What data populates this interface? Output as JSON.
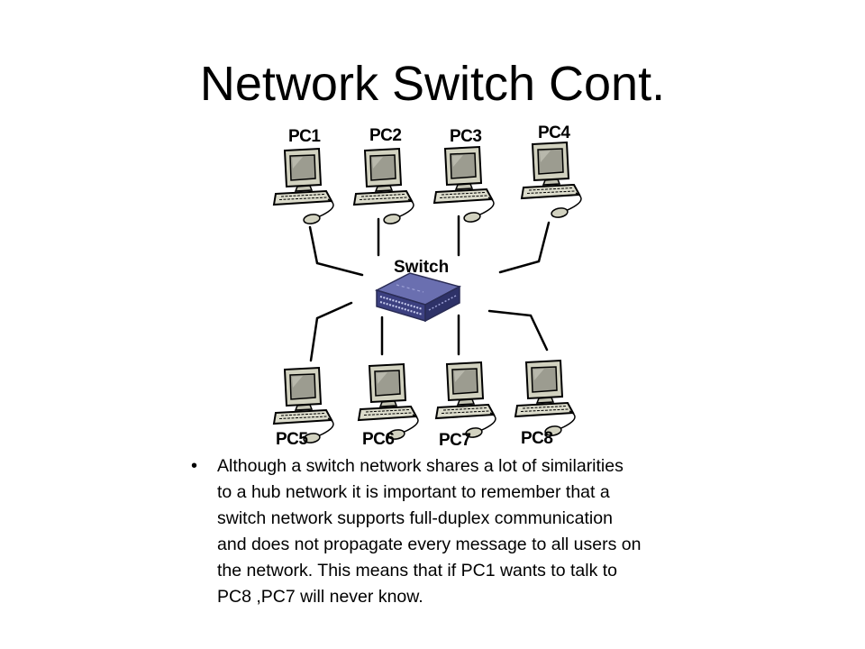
{
  "slide": {
    "title": "Network Switch Cont.",
    "bullet": "Although a switch network shares a lot of similarities to a hub network it is important to remember that a switch network supports full-duplex communication and does not propagate every message to all users on the network. This means that if PC1 wants to talk to PC8 ,PC7 will never know."
  },
  "diagram": {
    "switch_label": "Switch",
    "computers": [
      {
        "id": "pc1",
        "label": "PC1"
      },
      {
        "id": "pc2",
        "label": "PC2"
      },
      {
        "id": "pc3",
        "label": "PC3"
      },
      {
        "id": "pc4",
        "label": "PC4"
      },
      {
        "id": "pc5",
        "label": "PC5"
      },
      {
        "id": "pc6",
        "label": "PC6"
      },
      {
        "id": "pc7",
        "label": "PC7"
      },
      {
        "id": "pc8",
        "label": "PC8"
      }
    ],
    "colors": {
      "monitor_body": "#c8c8b8",
      "screen": "#9a9a8e",
      "switch_body": "#4a4e8c",
      "switch_top": "#6a6fb0"
    }
  }
}
